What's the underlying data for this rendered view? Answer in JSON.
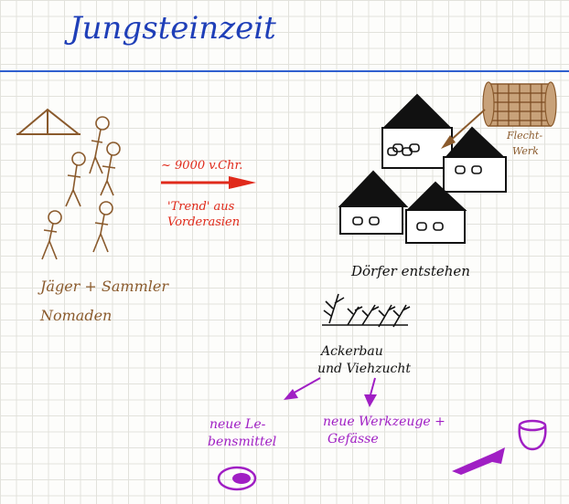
{
  "page": {
    "title": "Jungsteinzeit"
  },
  "left_panel": {
    "line1": "Jäger + Sammler",
    "line2": "Nomaden"
  },
  "transition": {
    "date": "~ 9000 v.Chr.",
    "trend_line1": "'Trend' aus",
    "trend_line2": "Vorderasien"
  },
  "settlement": {
    "villages": "Dörfer entstehen",
    "wickerwork_line1": "Flecht-",
    "wickerwork_line2": "Werk"
  },
  "agriculture": {
    "line1": "Ackerbau",
    "line2": "und Viehzucht"
  },
  "outcomes": {
    "food_line1": "neue Le-",
    "food_line2": "bensmittel",
    "tools_line1": "neue Werkzeuge +",
    "tools_line2": "Gefässe"
  },
  "colors": {
    "title_ink": "#1f3fb8",
    "brown_ink": "#8a5a2c",
    "red_ink": "#e02a1b",
    "black_ink": "#111111",
    "purple_ink": "#a01fc4"
  }
}
